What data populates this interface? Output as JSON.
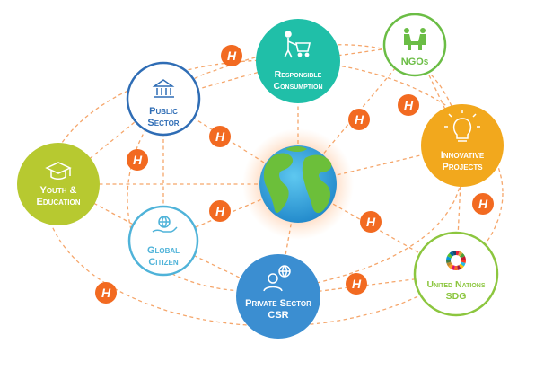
{
  "nodes": {
    "public_sector": {
      "line1": "Public",
      "line2": "Sector",
      "color": "#2f6db5"
    },
    "responsible_consumption": {
      "line1": "Responsible",
      "line2": "Consumption",
      "color": "#20bfa8"
    },
    "ngos": {
      "line1": "NGOs",
      "color": "#6bbd45"
    },
    "innovative_projects": {
      "line1": "Innovative",
      "line2": "Projects",
      "color": "#f2a81d"
    },
    "youth_education": {
      "line1": "Youth &",
      "line2": "Education",
      "color": "#b7c930"
    },
    "global_citizen": {
      "line1": "Global",
      "line2": "Citizen",
      "color": "#4fb3d9"
    },
    "private_sector": {
      "line1": "Private Sector",
      "line2": "CSR",
      "color": "#3b8ed1"
    },
    "united_nations": {
      "line1": "United Nations",
      "line2": "SDG",
      "color": "#8cc63f"
    }
  },
  "badge": {
    "letter": "H",
    "color": "#f26a21"
  },
  "connector_color": "#f5a66b"
}
